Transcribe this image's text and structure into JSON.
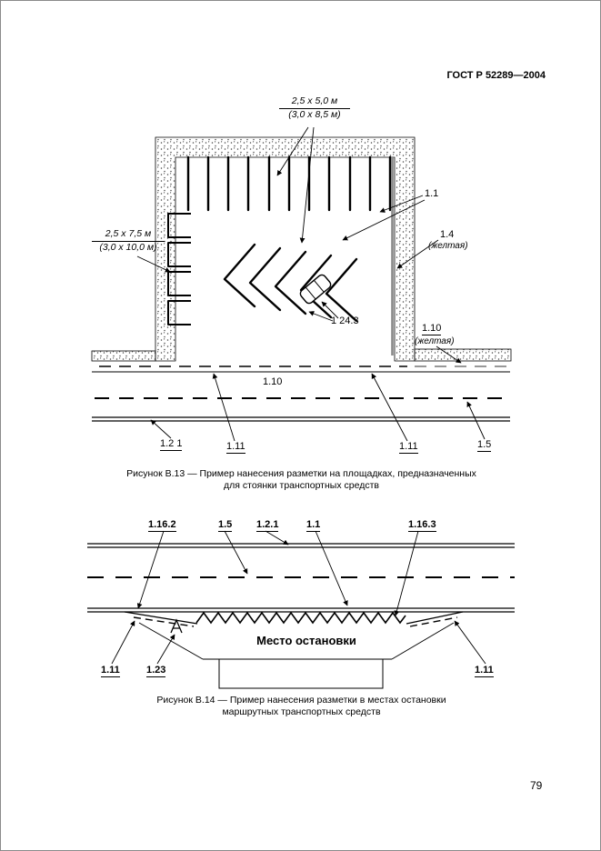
{
  "page": {
    "header": "ГОСТ Р 52289—2004",
    "number": "79"
  },
  "fig13": {
    "dim_top_1": "2,5 х 5,0 м",
    "dim_top_2": "(3,0 х 8,5 м)",
    "dim_left_1": "2,5 х 7,5 м",
    "dim_left_2": "(3,0 х 10,0 м)",
    "labels": {
      "v1_1": "1.1",
      "v1_4": "1.4",
      "v1_4_note": "(желтая)",
      "v1_10_right": "1.10",
      "v1_10_note": "(желтая)",
      "v1_24_3": "1 24.3",
      "v1_10_road": "1.10",
      "v1_2_1": "1.2 1",
      "v1_11_left": "1.11",
      "v1_11_right": "1.11",
      "v1_5": "1.5"
    },
    "caption_1": "Рисунок В.13 — Пример нанесения разметки на площадках, предназначенных",
    "caption_2": "для стоянки транспортных средств"
  },
  "fig14": {
    "labels": {
      "v1_16_2": "1.16.2",
      "v1_5": "1.5",
      "v1_2_1": "1.2.1",
      "v1_1": "1.1",
      "v1_16_3": "1.16.3",
      "v1_11_left": "1.11",
      "v1_23": "1.23",
      "v1_11_right": "1.11"
    },
    "stop_text": "Место остановки",
    "caption_1": "Рисунок В.14 — Пример нанесения разметки в местах остановки",
    "caption_2": "маршрутных транспортных средств"
  }
}
